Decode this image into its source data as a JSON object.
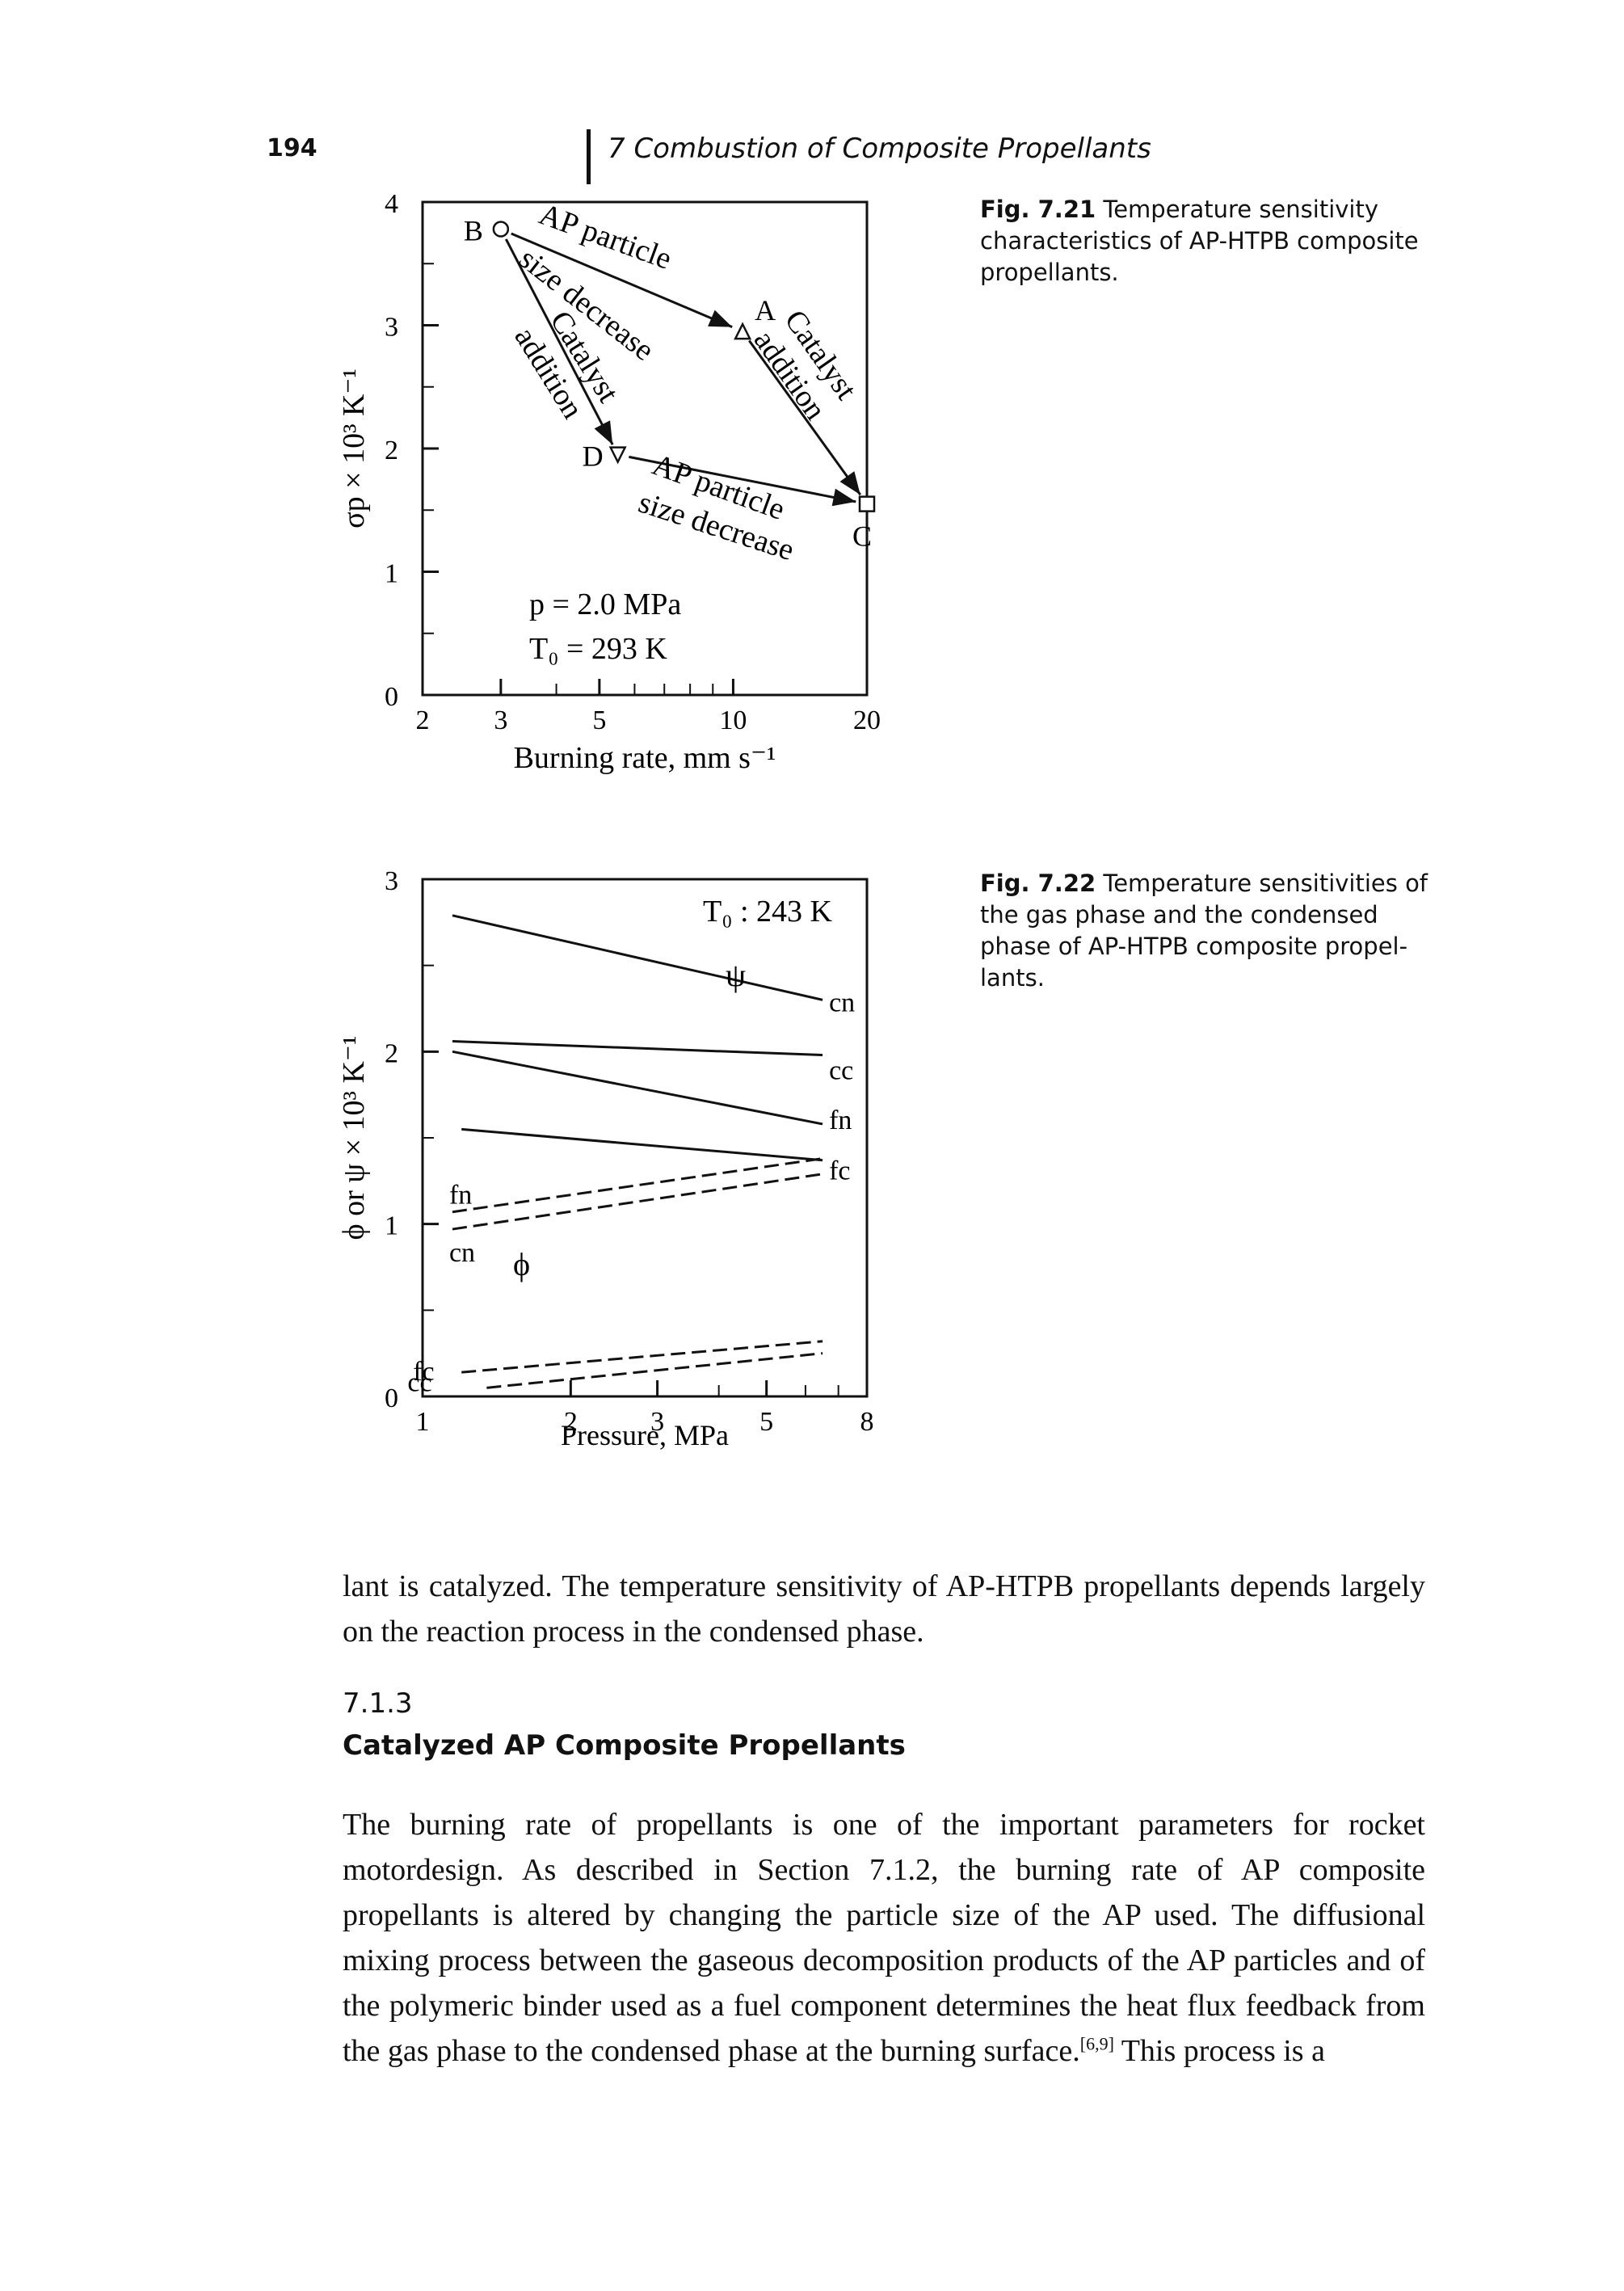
{
  "header": {
    "page_number": "194",
    "chapter_title": "7 Combustion of Composite Propellants"
  },
  "figure_7_21": {
    "caption_label": "Fig. 7.21",
    "caption_text": "Temperature sensitivity characteristics of AP-HTPB composite propellants.",
    "ylabel": "σp × 10³ K⁻¹",
    "xlabel": "Burning rate, mm s⁻¹",
    "conditions": [
      "p = 2.0 MPa",
      "T₀ = 293 K"
    ],
    "annotations": {
      "top_arrow": [
        "AP particle",
        "size decrease"
      ],
      "bottom_arrow": [
        "AP particle",
        "size decrease"
      ],
      "left_arrow": [
        "Catalyst",
        "addition"
      ],
      "right_arrow": [
        "Catalyst",
        "addition"
      ]
    }
  },
  "figure_7_22": {
    "caption_label": "Fig. 7.22",
    "caption_text": "Temperature sensitivities of the gas phase and the condensed phase of AP-HTPB composite propel-lants.",
    "ylabel": "ϕ or ψ × 10³ K⁻¹",
    "xlabel": "Pressure, MPa",
    "temperature_label": "T₀ : 243 K",
    "psi_label": "ψ",
    "phi_label": "ϕ"
  },
  "chart_data": [
    {
      "type": "scatter",
      "xscale": "log",
      "xlim": [
        2,
        20
      ],
      "ylim": [
        0,
        4
      ],
      "xticks": [
        2,
        3,
        5,
        10,
        20
      ],
      "yticks": [
        0,
        1,
        2,
        3,
        4
      ],
      "xlabel": "Burning rate, mm s⁻¹",
      "ylabel": "σp × 10³ K⁻¹",
      "points": [
        {
          "label": "A",
          "marker": "triangle-up",
          "x": 10.5,
          "y": 2.95
        },
        {
          "label": "B",
          "marker": "circle",
          "x": 3.0,
          "y": 3.78
        },
        {
          "label": "C",
          "marker": "square",
          "x": 20.0,
          "y": 1.55
        },
        {
          "label": "D",
          "marker": "triangle-down",
          "x": 5.5,
          "y": 1.95
        }
      ],
      "arrows": [
        {
          "from": "B",
          "to": "A",
          "label": "AP particle size decrease"
        },
        {
          "from": "D",
          "to": "C",
          "label": "AP particle size decrease"
        },
        {
          "from": "B",
          "to": "D",
          "label": "Catalyst addition"
        },
        {
          "from": "A",
          "to": "C",
          "label": "Catalyst addition"
        }
      ],
      "grid": false
    },
    {
      "type": "line",
      "xscale": "log",
      "xlim": [
        1,
        8
      ],
      "ylim": [
        0,
        3
      ],
      "xticks": [
        1,
        2,
        3,
        5,
        8
      ],
      "yticks": [
        0,
        1,
        2,
        3
      ],
      "xlabel": "Pressure, MPa",
      "ylabel": "ϕ or ψ × 10³ K⁻¹",
      "series": [
        {
          "name": "cn",
          "group": "ψ",
          "style": "solid",
          "x": [
            1.15,
            6.5
          ],
          "y": [
            2.79,
            2.3
          ]
        },
        {
          "name": "cc",
          "group": "ψ",
          "style": "solid",
          "x": [
            1.15,
            6.5
          ],
          "y": [
            2.06,
            1.98
          ]
        },
        {
          "name": "fn",
          "group": "ψ",
          "style": "solid",
          "x": [
            1.15,
            6.5
          ],
          "y": [
            2.0,
            1.58
          ]
        },
        {
          "name": "fc",
          "group": "ψ",
          "style": "solid",
          "x": [
            1.2,
            6.5
          ],
          "y": [
            1.55,
            1.37
          ]
        },
        {
          "name": "fn",
          "group": "ϕ",
          "style": "dashed",
          "x": [
            1.15,
            6.5
          ],
          "y": [
            1.07,
            1.38
          ]
        },
        {
          "name": "cn",
          "group": "ϕ",
          "style": "dashed",
          "x": [
            1.15,
            6.5
          ],
          "y": [
            0.97,
            1.29
          ]
        },
        {
          "name": "fc",
          "group": "ϕ",
          "style": "dashed",
          "x": [
            1.2,
            6.5
          ],
          "y": [
            0.14,
            0.32
          ]
        },
        {
          "name": "cc",
          "group": "ϕ",
          "style": "dashed",
          "x": [
            1.35,
            6.5
          ],
          "y": [
            0.05,
            0.25
          ]
        }
      ],
      "grid": false
    }
  ],
  "body": {
    "paragraph_1": "lant is catalyzed. The temperature sensitivity of AP-HTPB propellants depends largely on the reaction process in the condensed phase.",
    "section_number": "7.1.3",
    "section_title": "Catalyzed AP Composite Propellants",
    "paragraph_2": "The burning rate of propellants is one of the important parameters for rocket motordesign. As described in Section 7.1.2, the burning rate of AP composite propellants is altered by changing the particle size of the AP used. The diffusional mixing process between the gaseous decomposition products of the AP particles and of the polymeric binder used as a fuel component determines the heat flux feedback from the gas phase to the condensed phase at the burning surface.",
    "citation": "[6,9]",
    "paragraph_2_end": " This process is a"
  }
}
